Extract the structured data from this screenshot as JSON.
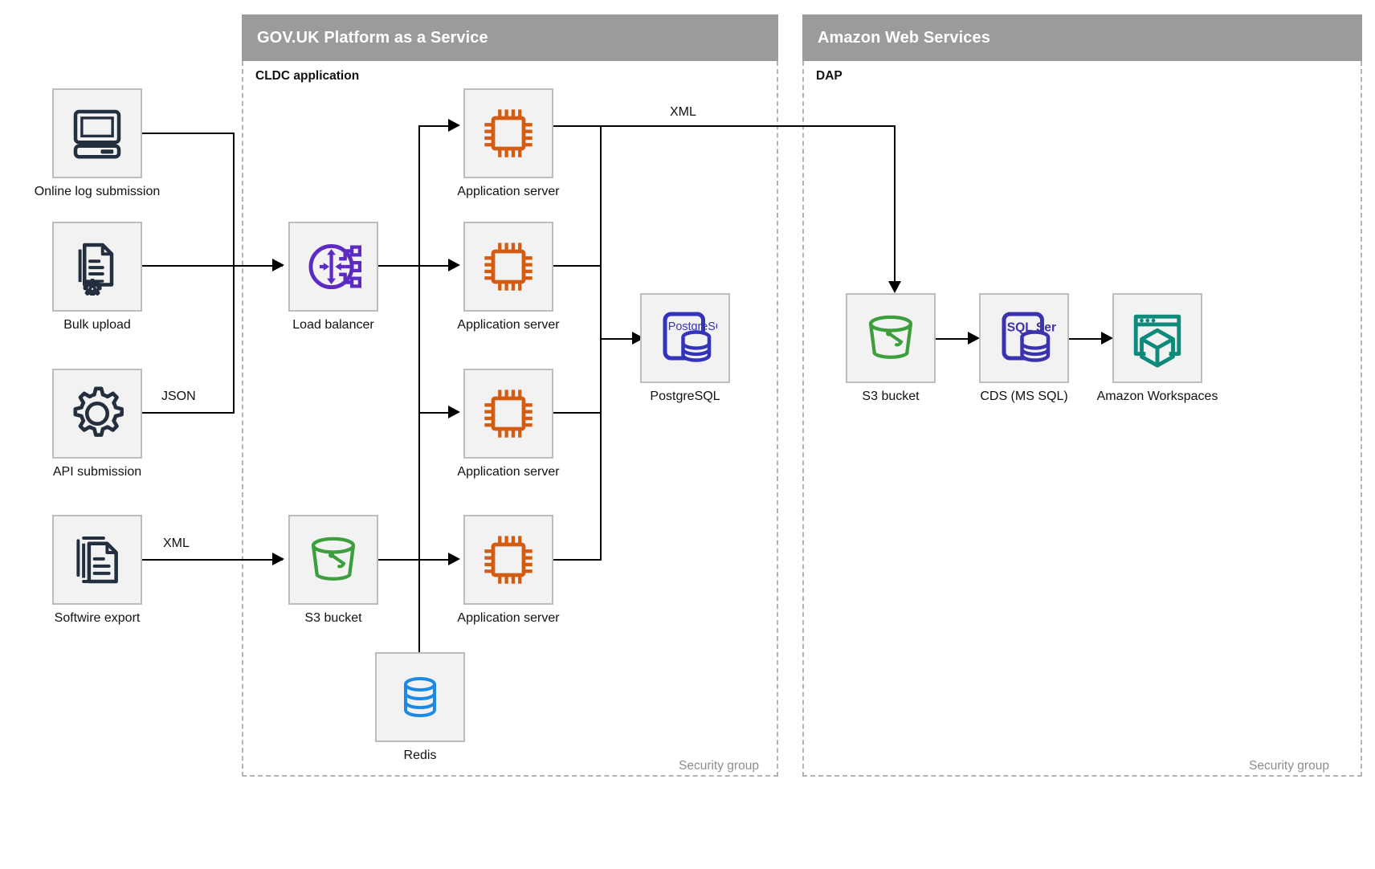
{
  "groups": [
    {
      "id": "paas",
      "title": "GOV.UK Platform as a Service",
      "subtitle": "CLDC application",
      "security_label": "Security group"
    },
    {
      "id": "aws",
      "title": "Amazon Web Services",
      "subtitle": "DAP",
      "security_label": "Security group"
    }
  ],
  "nodes": {
    "online_log": {
      "label": "Online log submission",
      "icon": "desktop-computer-icon",
      "color": "#232F3E"
    },
    "bulk_upload": {
      "label": "Bulk upload",
      "icon": "document-gear-icon",
      "color": "#232F3E"
    },
    "api_submission": {
      "label": "API submission",
      "icon": "gear-icon",
      "color": "#232F3E"
    },
    "softwire_export": {
      "label": "Softwire export",
      "icon": "document-stack-icon",
      "color": "#232F3E"
    },
    "load_balancer": {
      "label": "Load balancer",
      "icon": "load-balancer-icon",
      "color": "#5B2BC4"
    },
    "app_server_1": {
      "label": "Application server",
      "icon": "cpu-chip-icon",
      "color": "#D45B12"
    },
    "app_server_2": {
      "label": "Application server",
      "icon": "cpu-chip-icon",
      "color": "#D45B12"
    },
    "app_server_3": {
      "label": "Application server",
      "icon": "cpu-chip-icon",
      "color": "#D45B12"
    },
    "app_server_4": {
      "label": "Application server",
      "icon": "cpu-chip-icon",
      "color": "#D45B12"
    },
    "postgresql": {
      "label": "PostgreSQL",
      "icon": "postgresql-database-icon",
      "icon_text": "PostgreSQL",
      "color": "#3333BB"
    },
    "paas_s3": {
      "label": "S3 bucket",
      "icon": "s3-bucket-icon",
      "color": "#3C9E3C"
    },
    "redis": {
      "label": "Redis",
      "icon": "redis-database-icon",
      "color": "#1E88E5"
    },
    "aws_s3": {
      "label": "S3 bucket",
      "icon": "s3-bucket-icon",
      "color": "#3C9E3C"
    },
    "cds": {
      "label": "CDS (MS SQL)",
      "icon": "sql-server-database-icon",
      "icon_text": "SQL Server",
      "color": "#3B32B0"
    },
    "workspaces": {
      "label": "Amazon Workspaces",
      "icon": "amazon-workspaces-icon",
      "color": "#0E8A7A"
    }
  },
  "edge_labels": {
    "api_json": "JSON",
    "softwire_xml": "XML",
    "appserver_to_s3_xml": "XML"
  },
  "colors": {
    "group_header_bg": "#9b9b9b",
    "tile_bg": "#f2f2f2",
    "tile_border": "#bdbdbd",
    "dashed_border": "#b4b4b4",
    "connector": "#000000"
  }
}
